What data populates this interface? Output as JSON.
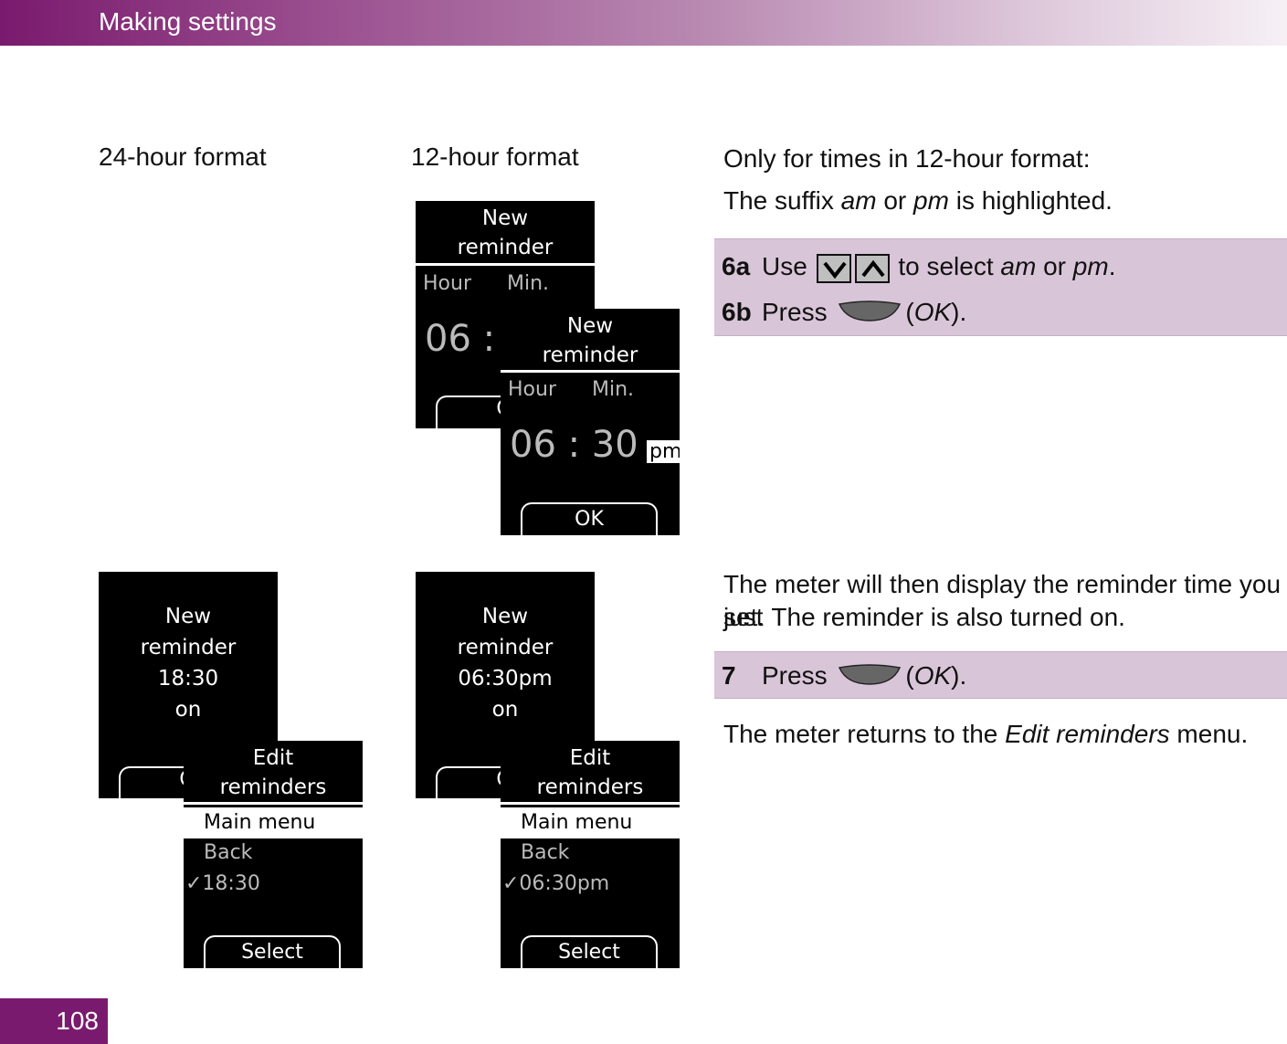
{
  "header": {
    "title": "Making settings"
  },
  "columns": {
    "left_label": "24-hour format",
    "mid_label": "12-hour format"
  },
  "section1": {
    "line1": "Only for times in 12-hour format:",
    "line2_pre": "The suffix ",
    "line2_am": "am",
    "line2_or": " or ",
    "line2_pm": "pm",
    "line2_post": " is highlighted.",
    "step6a_num": "6a",
    "step6a_pre": "Use",
    "step6a_post": " to select ",
    "step6a_am": "am",
    "step6a_or": " or ",
    "step6a_pm": "pm",
    "step6a_end": ".",
    "step6b_num": "6b",
    "step6b_pre": "Press",
    "step6b_ok": "OK",
    "paren_open": "(",
    "paren_close": ")."
  },
  "section2": {
    "line1": "The meter will then display the reminder time you just",
    "line2": "set. The reminder is also turned on.",
    "step7_num": "7",
    "step7_pre": "Press",
    "step7_ok": "OK",
    "paren_open": "(",
    "paren_close": ").",
    "after_pre": "The meter returns to the ",
    "after_menu": "Edit reminders",
    "after_post": " menu."
  },
  "screens": {
    "new_reminder_title1": "New",
    "new_reminder_title2": "reminder",
    "hour_label": "Hour",
    "min_label": "Min.",
    "time_back": "06 :",
    "time_front": "06 : 30",
    "pm": "pm",
    "ok_button": "OK",
    "ok_partial": "O",
    "confirm24_time": "18:30",
    "confirm12_time": "06:30pm",
    "on_label": "on",
    "edit_title1": "Edit",
    "edit_title2": "reminders",
    "main_menu": "Main menu",
    "back": "Back",
    "item24": "✓18:30",
    "item12": "✓06:30pm",
    "select_button": "Select"
  },
  "footer": {
    "page_number": "108"
  }
}
